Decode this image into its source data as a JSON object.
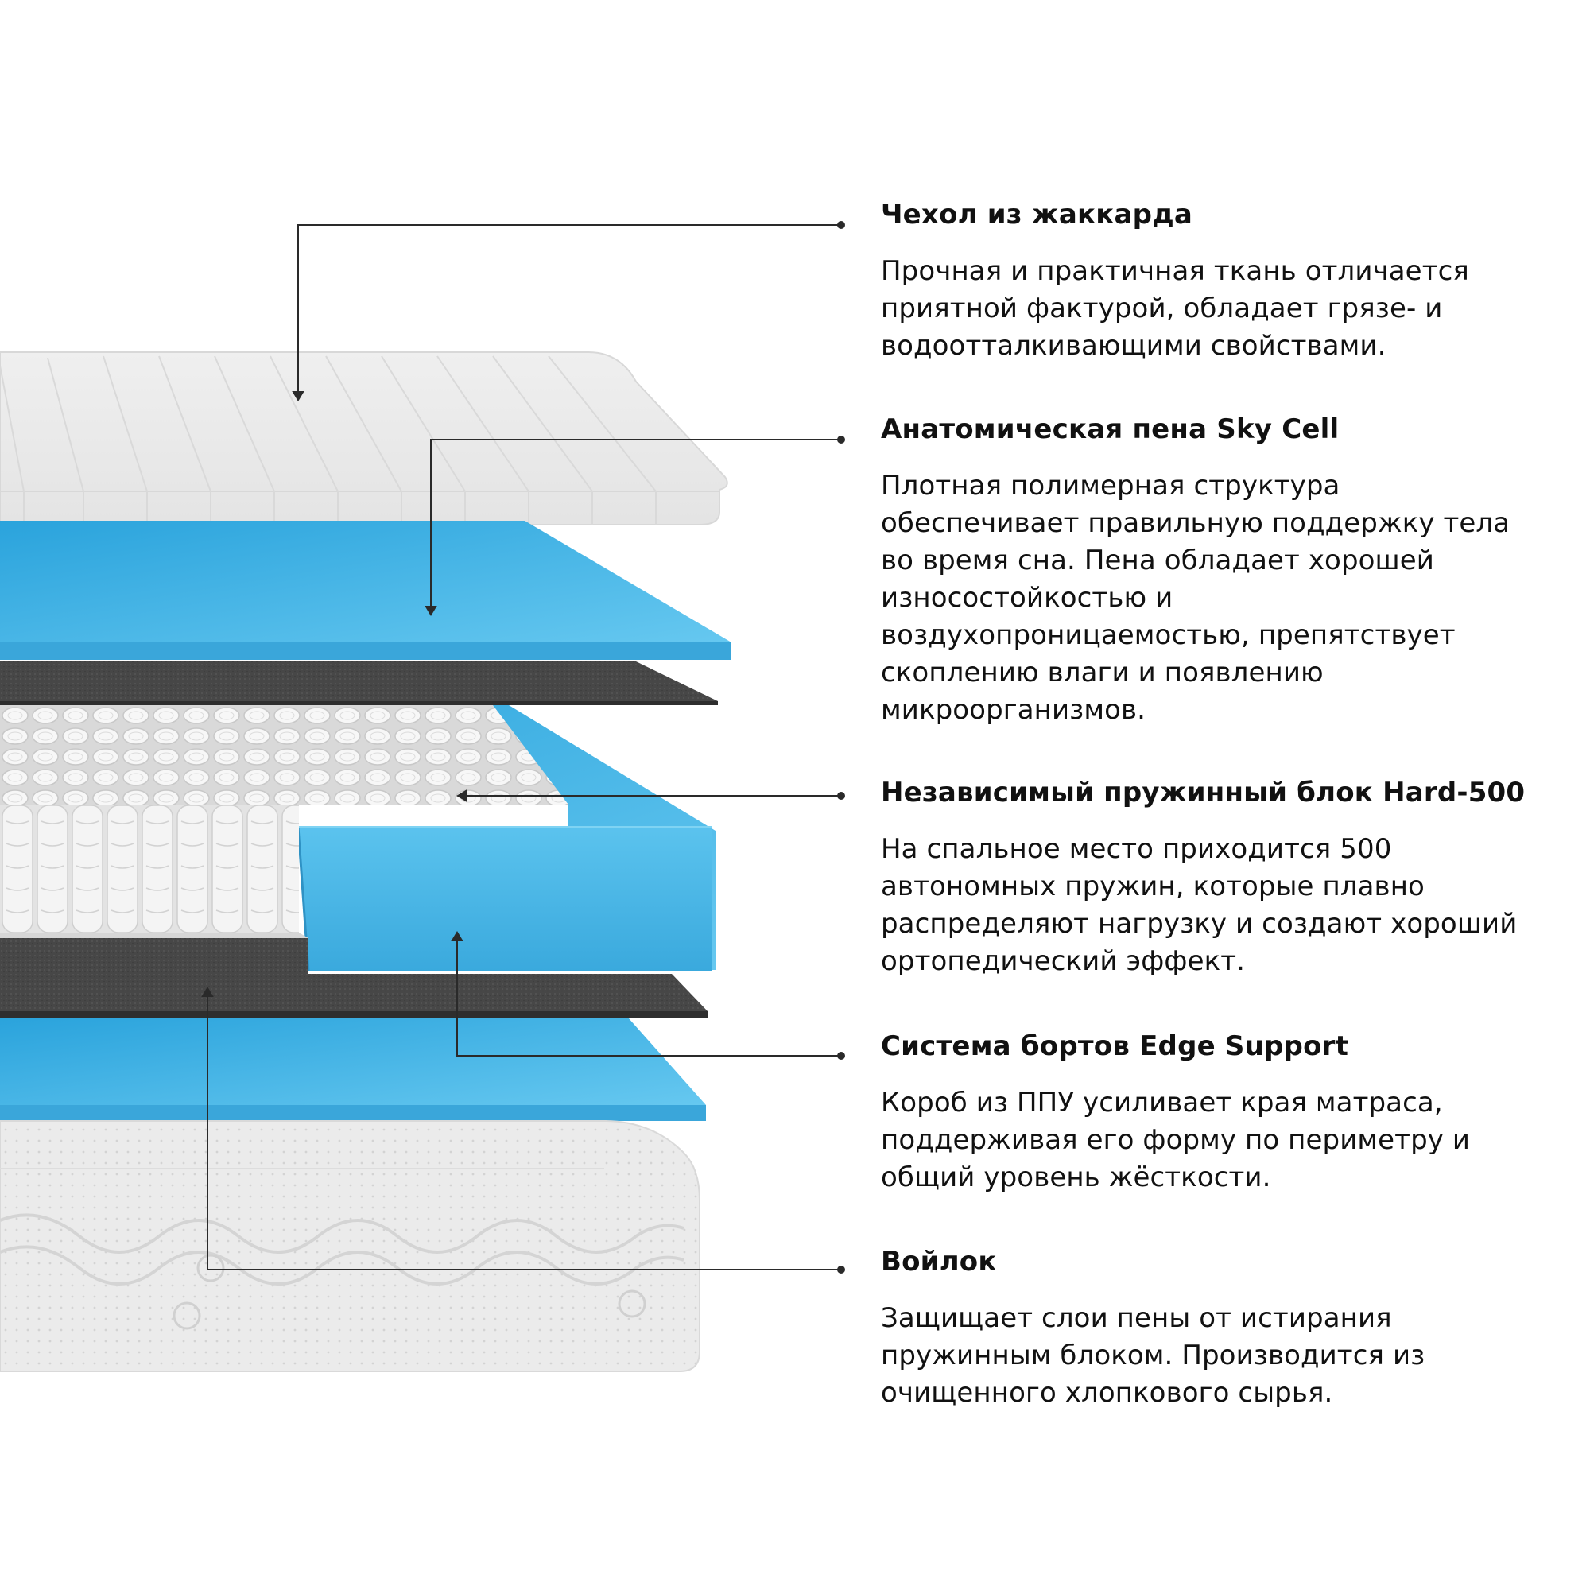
{
  "colors": {
    "cover": "#ececec",
    "cover_stroke": "#d6d6d6",
    "foam_blue": "#3fb3e6",
    "foam_blue_light": "#62c6ef",
    "felt": "#4a4a4a",
    "leader_line": "#2a2a2a",
    "text": "#111111",
    "background": "#ffffff"
  },
  "callouts": [
    {
      "title": "Чехол из жаккарда",
      "lines": [
        "Прочная и практичная ткань отличается",
        "приятной фактурой, обладает грязе- и",
        "водоотталкивающими свойствами."
      ]
    },
    {
      "title": "Анатомическая пена Sky Cell",
      "lines": [
        "Плотная полимерная структура",
        "обеспечивает правильную поддержку тела",
        "во время сна. Пена обладает хорошей",
        "износостойкостью и",
        "воздухопроницаемостью, препятствует",
        "скоплению влаги и появлению",
        "микроорганизмов."
      ]
    },
    {
      "title": "Независимый пружинный блок Hard-500",
      "lines": [
        "На спальное место приходится 500",
        "автономных пружин, которые плавно",
        "распределяют нагрузку и создают хороший",
        "ортопедический эффект."
      ]
    },
    {
      "title": "Система бортов Edge Support",
      "lines": [
        "Короб из ППУ усиливает края матраса,",
        "поддерживая его форму по периметру и",
        "общий уровень жёсткости."
      ]
    },
    {
      "title": "Войлок",
      "lines": [
        "Защищает слои пены от истирания",
        "пружинным блоком. Производится из",
        "очищенного хлопкового сырья."
      ]
    }
  ]
}
